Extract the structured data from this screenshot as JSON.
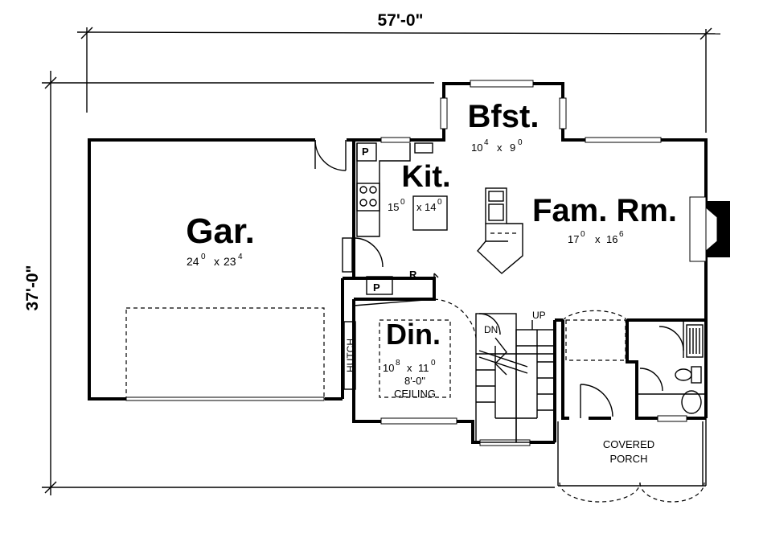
{
  "overall": {
    "width_dim": "57'-0\"",
    "depth_dim": "37'-0\""
  },
  "rooms": {
    "garage": {
      "name": "Gar.",
      "size_a": "24",
      "sup_a": "0",
      "x": "x",
      "size_b": "23",
      "sup_b": "4"
    },
    "breakfast": {
      "name": "Bfst.",
      "size_a": "10",
      "sup_a": "4",
      "x": "x",
      "size_b": "9",
      "sup_b": "0"
    },
    "kitchen": {
      "name": "Kit.",
      "size_a": "15",
      "sup_a": "0",
      "x": "x",
      "size_b": "14",
      "sup_b": "0"
    },
    "family": {
      "name": "Fam. Rm.",
      "size_a": "17",
      "sup_a": "0",
      "x": "x",
      "size_b": "16",
      "sup_b": "6"
    },
    "dining": {
      "name": "Din.",
      "size_a": "10",
      "sup_a": "8",
      "x": "x",
      "size_b": "11",
      "sup_b": "0",
      "ceiling_height": "8'-0\"",
      "ceiling_label": "CEILING"
    }
  },
  "labels": {
    "pantry_kitchen": "P",
    "pantry_laundry": "P",
    "refrigerator": "R",
    "hutch": "HUTCH",
    "stair_down": "DN",
    "stair_up": "UP",
    "covered_porch_line1": "COVERED",
    "covered_porch_line2": "PORCH"
  }
}
